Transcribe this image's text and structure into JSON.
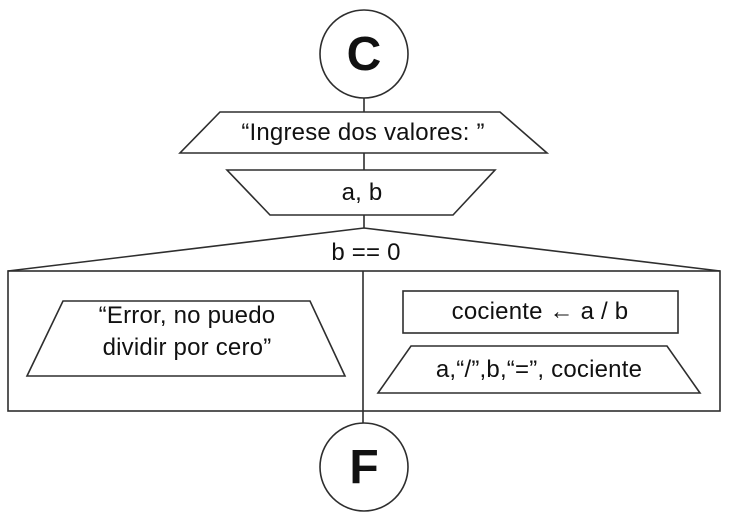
{
  "colors": {
    "ink": "#2e2e2e",
    "text": "#111111",
    "background": "#ffffff"
  },
  "flowchart": {
    "start": {
      "label": "C"
    },
    "prompt_display": {
      "text": "“Ingrese dos valores: ”"
    },
    "input": {
      "text": "a, b"
    },
    "decision": {
      "condition": "b == 0"
    },
    "true_branch": {
      "error_display": {
        "line1": "“Error, no puedo",
        "line2": "dividir por cero”"
      }
    },
    "false_branch": {
      "assignment": {
        "text": "cociente ← a / b"
      },
      "result_display": {
        "text": "a,“/”,b,“=”, cociente"
      }
    },
    "end": {
      "label": "F"
    }
  }
}
